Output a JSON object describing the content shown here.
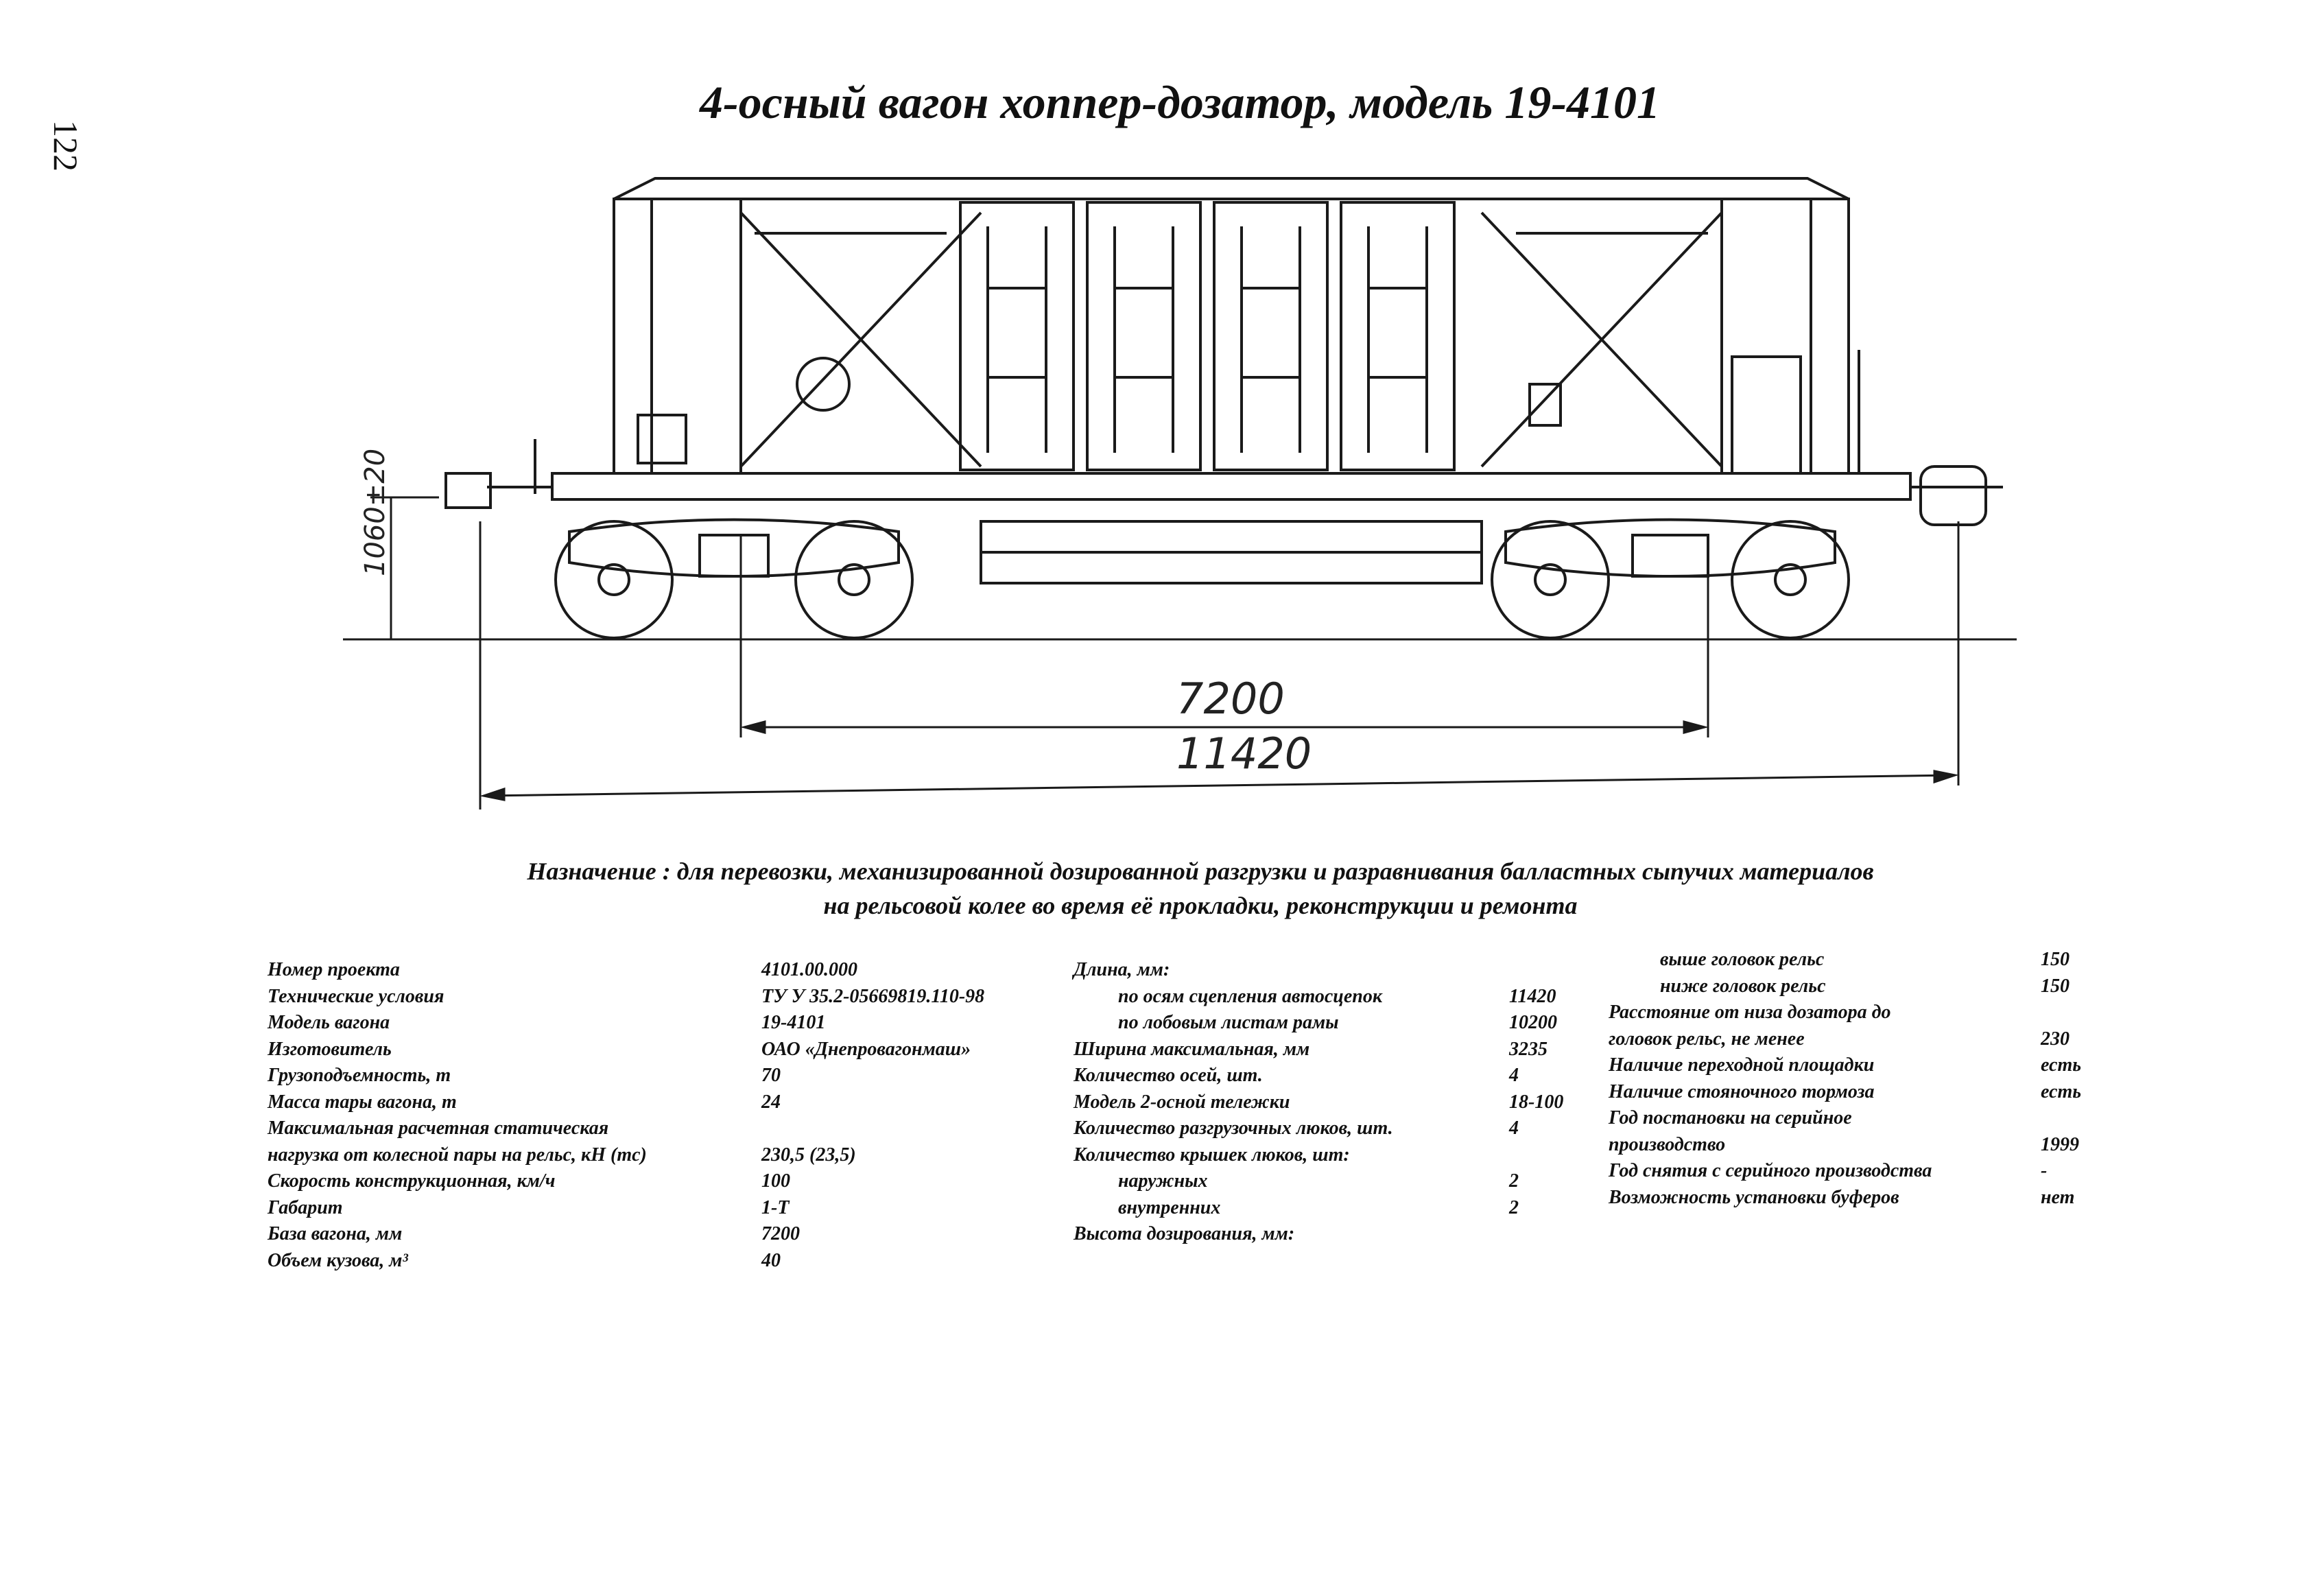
{
  "page": {
    "number": "122",
    "title": "4-осный вагон хоппер-дозатор, модель 19-4101"
  },
  "drawing": {
    "dim_height": "1060±20",
    "dim_base": "7200",
    "dim_length": "11420"
  },
  "purpose": {
    "line1": "Назначение : для перевозки,  механизированной дозированной разгрузки и разравнивания балластных сыпучих материалов",
    "line2": "на рельсовой колее во время её прокладки, реконструкции и ремонта"
  },
  "specs": {
    "col1": [
      {
        "label": "Номер проекта",
        "value": "4101.00.000"
      },
      {
        "label": "Технические условия",
        "value": "ТУ У 35.2-05669819.110-98"
      },
      {
        "label": "Модель вагона",
        "value": "19-4101"
      },
      {
        "label": "Изготовитель",
        "value": "ОАО «Днепровагонмаш»"
      },
      {
        "label": "Грузоподъемность, т",
        "value": "70"
      },
      {
        "label": "Масса тары вагона, т",
        "value": "24"
      },
      {
        "label": "Максимальная расчетная статическая",
        "value": ""
      },
      {
        "label": "нагрузка от колесной пары на рельс, кН (тс)",
        "value": "230,5  (23,5)"
      },
      {
        "label": "Скорость конструкционная, км/ч",
        "value": "100"
      },
      {
        "label": "Габарит",
        "value": "1-Т"
      },
      {
        "label": "База вагона, мм",
        "value": "7200"
      },
      {
        "label": "Объем кузова, м³",
        "value": "40"
      }
    ],
    "col2": [
      {
        "label": "Длина, мм:",
        "value": "",
        "indent": ""
      },
      {
        "label": "по осям сцепления автосцепок",
        "value": "11420",
        "indent": "ind1"
      },
      {
        "label": "по лобовым листам рамы",
        "value": "10200",
        "indent": "ind1"
      },
      {
        "label": "Ширина максимальная, мм",
        "value": "3235",
        "indent": ""
      },
      {
        "label": "Количество осей, шт.",
        "value": "4",
        "indent": ""
      },
      {
        "label": "Модель 2-осной тележки",
        "value": "18-100",
        "indent": ""
      },
      {
        "label": "Количество разгрузочных люков, шт.",
        "value": "4",
        "indent": ""
      },
      {
        "label": "Количество крышек люков, шт:",
        "value": "",
        "indent": ""
      },
      {
        "label": "наружных",
        "value": "2",
        "indent": "ind1"
      },
      {
        "label": "внутренних",
        "value": "2",
        "indent": "ind1"
      },
      {
        "label": "Высота дозирования, мм:",
        "value": "",
        "indent": ""
      }
    ],
    "col3": [
      {
        "label": "выше головок рельс",
        "value": "150",
        "indent": "ind2"
      },
      {
        "label": "ниже головок рельс",
        "value": "150",
        "indent": "ind2"
      },
      {
        "label": "Расстояние от низа дозатора до",
        "value": "",
        "indent": ""
      },
      {
        "label": "головок рельс, не менее",
        "value": "230",
        "indent": ""
      },
      {
        "label": "Наличие переходной площадки",
        "value": "есть",
        "indent": ""
      },
      {
        "label": "Наличие стояночного тормоза",
        "value": "есть",
        "indent": ""
      },
      {
        "label": "Год постановки на серийное",
        "value": "",
        "indent": ""
      },
      {
        "label": "производство",
        "value": "1999",
        "indent": ""
      },
      {
        "label": "Год снятия с серийного производства",
        "value": "-",
        "indent": ""
      },
      {
        "label": "Возможность установки буферов",
        "value": "нет",
        "indent": ""
      }
    ]
  }
}
